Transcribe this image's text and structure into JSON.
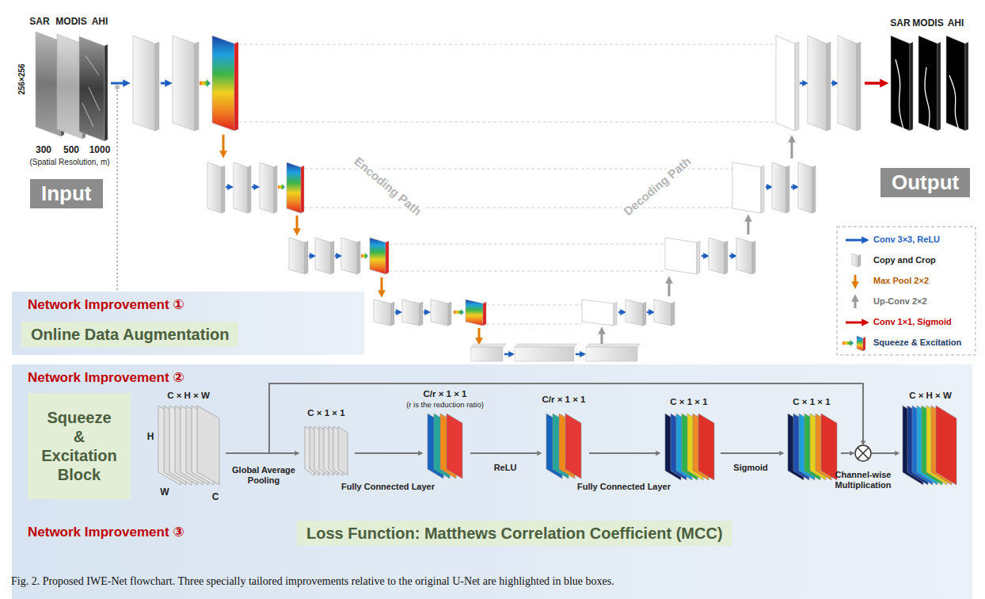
{
  "diagram": {
    "caption": "Fig. 2. Proposed IWE-Net flowchart. Three specially tailored improvements relative to the original U-Net are highlighted in blue boxes.",
    "nodes": [
      {
        "text": [
          "Input"
        ]
      },
      {
        "text": [
          "Output"
        ]
      },
      {
        "text": [
          "Network Improvement ①"
        ]
      },
      {
        "text": [
          "Online Data Augmentation"
        ],
        "in": 2
      },
      {
        "text": [
          "Network Improvement ②"
        ]
      },
      {
        "text": [
          "Squeeze & Excitation Block"
        ],
        "in": 4
      },
      {
        "text": [
          "Network Improvement ③"
        ]
      },
      {
        "text": [
          "Loss Function: Matthews Correlation Coefficient (MCC)"
        ],
        "in": 6
      }
    ],
    "labels": [
      "SAR",
      "MODIS",
      "AHI",
      "256×256",
      "300",
      "500",
      "1000",
      "(Spatial Resolution, m)",
      "Encoding Path",
      "Decoding Path",
      "SAR",
      "MODIS",
      "AHI",
      "C × H × W",
      "H",
      "W",
      "C",
      "C × 1 × 1",
      "Global Average Pooling",
      "C/r × 1 × 1",
      "(r is the reduction ratio)",
      "Fully Connected Layer",
      "C/r × 1 × 1",
      "ReLU",
      "C × 1 × 1",
      "Fully Connected Layer",
      "C × 1 × 1",
      "Sigmoid",
      "Channel-wise Multiplication",
      "C × H × W"
    ],
    "legend": [
      {
        "text": "Conv 3×3, ReLU"
      },
      {
        "text": "Copy and Crop"
      },
      {
        "text": "Max Pool 2×2"
      },
      {
        "text": "Up-Conv 2×2"
      },
      {
        "text": "Conv 1×1, Sigmoid"
      },
      {
        "text": "Squeeze & Excitation"
      }
    ]
  }
}
